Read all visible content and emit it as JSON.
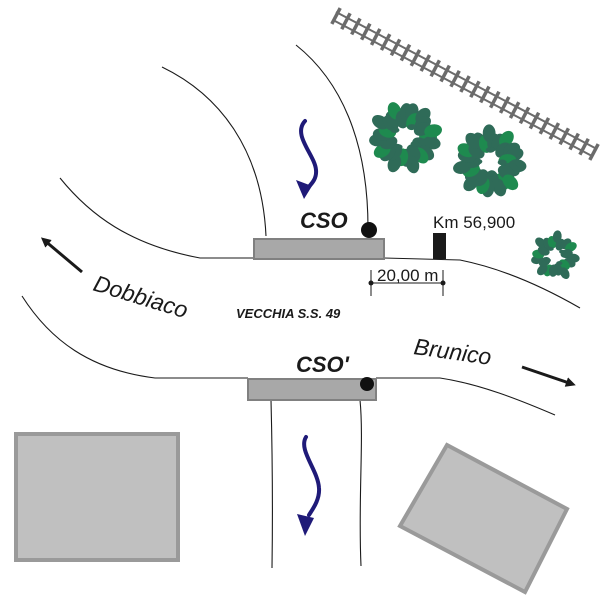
{
  "diagram": {
    "title": "",
    "labels": {
      "cso_top": "CSO",
      "cso_bottom": "CSO'",
      "km_marker": "Km 56,900",
      "distance": "20,00 m",
      "road_name": "VECCHIA S.S. 49",
      "direction_left": "Dobbiaco",
      "direction_right": "Brunico"
    },
    "colors": {
      "flow_arrow": "#1f1a78",
      "tree_dark": "#2f6b58",
      "tree_light": "#1e8a4f",
      "building_fill": "#c0c0c0",
      "building_border": "#9a9a9a",
      "bridge_fill": "#a8a8a8",
      "bridge_border": "#808080",
      "railway": "#6b6b6b",
      "ink": "#1a1a1a"
    },
    "elements": [
      {
        "type": "railway",
        "name": "railway-track"
      },
      {
        "type": "tree",
        "count": 3
      },
      {
        "type": "bridge",
        "name": "bridge-upstream"
      },
      {
        "type": "bridge",
        "name": "bridge-downstream"
      },
      {
        "type": "building",
        "count": 2
      },
      {
        "type": "flow-arrow",
        "count": 2
      },
      {
        "type": "direction-arrow",
        "count": 2
      },
      {
        "type": "km-marker-post"
      },
      {
        "type": "cso-point",
        "count": 2
      }
    ]
  }
}
